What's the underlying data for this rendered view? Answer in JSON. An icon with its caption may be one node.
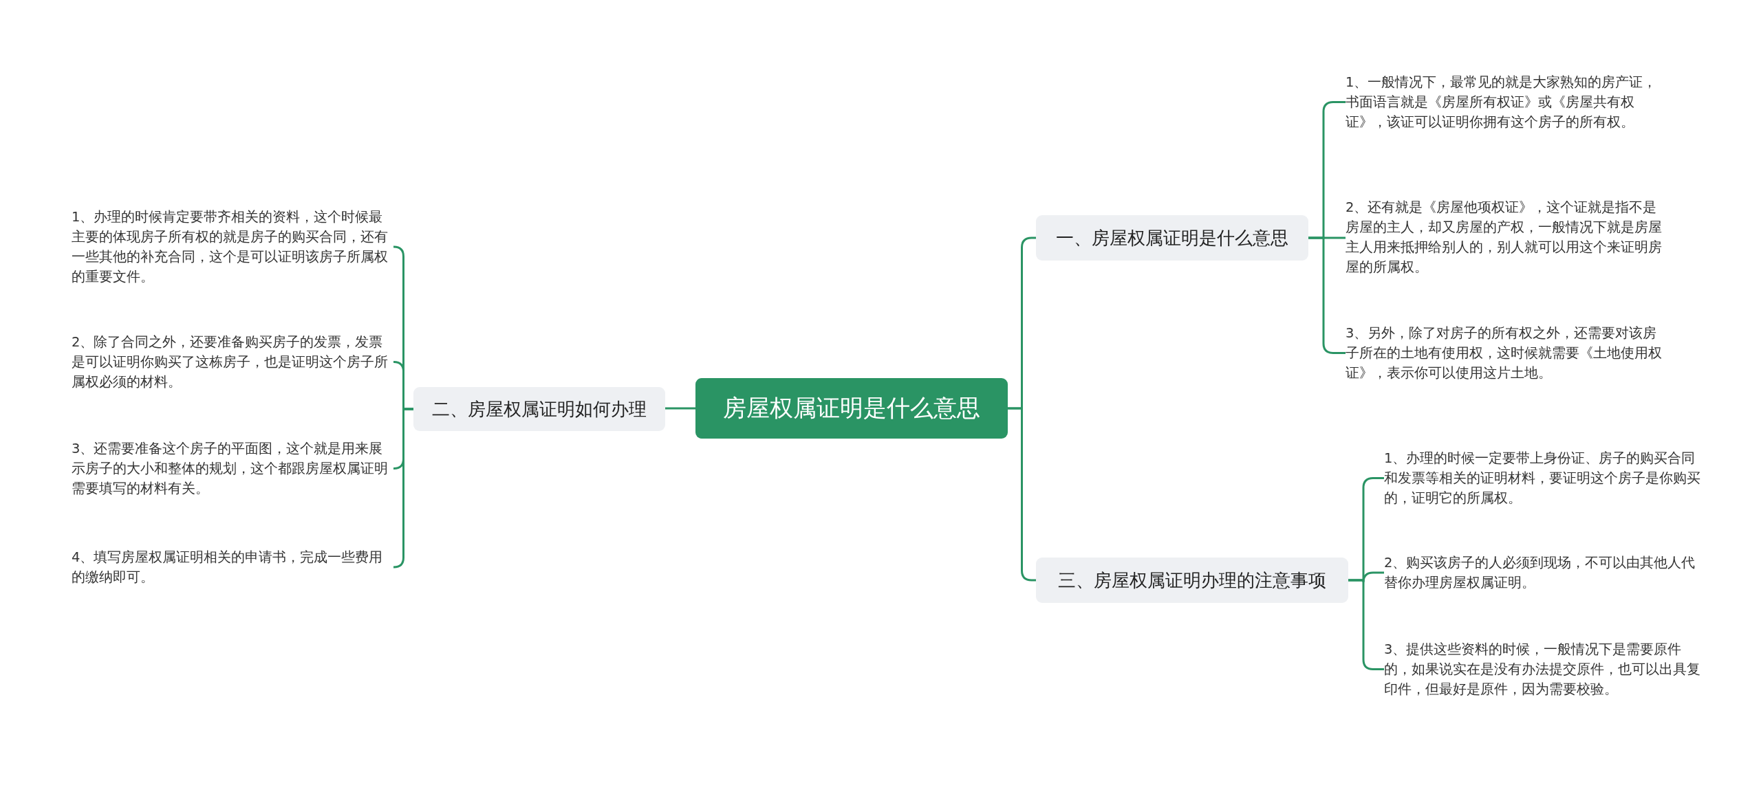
{
  "diagram": {
    "nodes": [
      {
        "text": [
          "房屋权属证明是什么意思"
        ]
      },
      {
        "text": [
          "一、房屋权属证明是什么意思"
        ]
      },
      {
        "text": [
          "1、一般情况下，最常见的就是大家熟知的房产证，书面语言就是《房屋所有权证》或《房屋共有权证》，该证可以证明你拥有这个房子的所有权。"
        ]
      },
      {
        "text": [
          "2、还有就是《房屋他项权证》，这个证就是指不是房屋的主人，却又房屋的产权，一般情况下就是房屋主人用来抵押给别人的，别人就可以用这个来证明房屋的所属权。"
        ]
      },
      {
        "text": [
          "3、另外，除了对房子的所有权之外，还需要对该房子所在的土地有使用权，这时候就需要《土地使用权证》，表示你可以使用这片土地。"
        ]
      },
      {
        "text": [
          "三、房屋权属证明办理的注意事项"
        ]
      },
      {
        "text": [
          "1、办理的时候一定要带上身份证、房子的购买合同和发票等相关的证明材料，要证明这个房子是你购买的，证明它的所属权。"
        ]
      },
      {
        "text": [
          "2、购买该房子的人必须到现场，不可以由其他人代替你办理房屋权属证明。"
        ]
      },
      {
        "text": [
          "3、提供这些资料的时候，一般情况下是需要原件的，如果说实在是没有办法提交原件，也可以出具复印件，但最好是原件，因为需要校验。"
        ]
      },
      {
        "text": [
          "二、房屋权属证明如何办理"
        ]
      },
      {
        "text": [
          "1、办理的时候肯定要带齐相关的资料，这个时候最主要的体现房子所有权的就是房子的购买合同，还有一些其他的补充合同，这个是可以证明该房子所属权的重要文件。"
        ]
      },
      {
        "text": [
          "2、除了合同之外，还要准备购买房子的发票，发票是可以证明你购买了这栋房子，也是证明这个房子所属权必须的材料。"
        ]
      },
      {
        "text": [
          "3、还需要准备这个房子的平面图，这个就是用来展示房子的大小和整体的规划，这个都跟房屋权属证明需要填写的材料有关。"
        ]
      },
      {
        "text": [
          "4、填写房屋权属证明相关的申请书，完成一些费用的缴纳即可。"
        ]
      }
    ],
    "edges": [
      {
        "from": 0,
        "to": 1,
        "arrow": "none"
      },
      {
        "from": 1,
        "to": 2,
        "arrow": "none"
      },
      {
        "from": 1,
        "to": 3,
        "arrow": "none"
      },
      {
        "from": 1,
        "to": 4,
        "arrow": "none"
      },
      {
        "from": 0,
        "to": 5,
        "arrow": "none"
      },
      {
        "from": 5,
        "to": 6,
        "arrow": "none"
      },
      {
        "from": 5,
        "to": 7,
        "arrow": "none"
      },
      {
        "from": 5,
        "to": 8,
        "arrow": "none"
      },
      {
        "from": 0,
        "to": 9,
        "arrow": "none"
      },
      {
        "from": 9,
        "to": 10,
        "arrow": "none"
      },
      {
        "from": 9,
        "to": 11,
        "arrow": "none"
      },
      {
        "from": 9,
        "to": 12,
        "arrow": "none"
      },
      {
        "from": 9,
        "to": 13,
        "arrow": "none"
      }
    ]
  }
}
